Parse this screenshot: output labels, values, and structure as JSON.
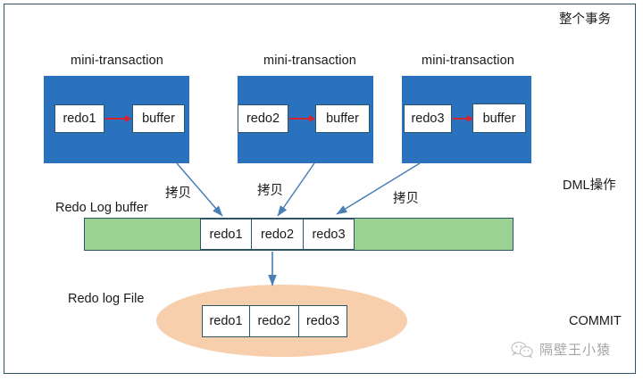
{
  "diagram": {
    "title_region_labels": {
      "whole_transaction": "整个事务",
      "dml_operation": "DML操作",
      "commit": "COMMIT"
    },
    "mini_transactions": [
      {
        "title": "mini-transaction",
        "redo_label": "redo1",
        "buffer_label": "buffer"
      },
      {
        "title": "mini-transaction",
        "redo_label": "redo2",
        "buffer_label": "buffer"
      },
      {
        "title": "mini-transaction",
        "redo_label": "redo3",
        "buffer_label": "buffer"
      }
    ],
    "copy_labels": [
      "拷贝",
      "拷贝",
      "拷贝"
    ],
    "redo_log_buffer": {
      "label": "Redo Log buffer",
      "cells": [
        "redo1",
        "redo2",
        "redo3"
      ]
    },
    "redo_log_file": {
      "label": "Redo log File",
      "cells": [
        "redo1",
        "redo2",
        "redo3"
      ]
    },
    "watermark": {
      "text": "隔壁王小猿",
      "icon": "wechat-icon"
    },
    "colors": {
      "mini_transaction_fill": "#2a72bd",
      "buffer_fill": "#9bd294",
      "file_fill": "#f8cfad",
      "border": "#2f5468",
      "red_arrow": "#d6232e",
      "blue_arrow": "#4a7fb5"
    }
  }
}
